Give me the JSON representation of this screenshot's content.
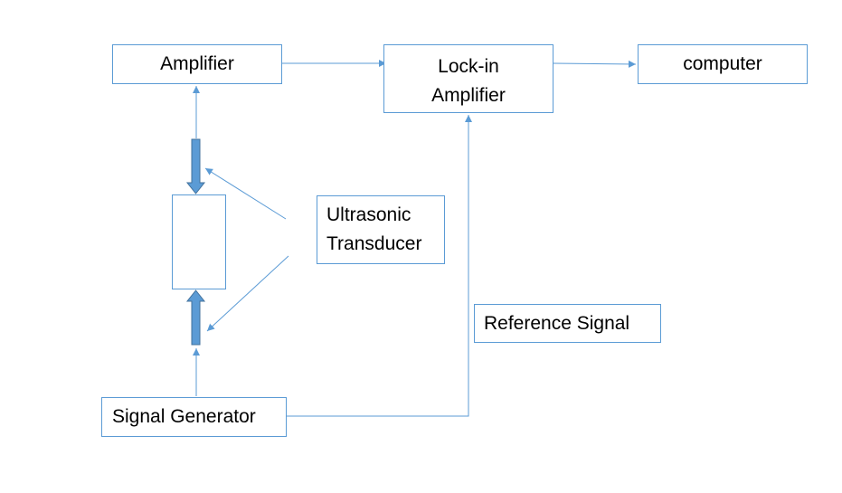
{
  "diagram": {
    "colors": {
      "line": "#5b9bd5",
      "box_border": "#5b9bd5",
      "thick_arrow_fill": "#5b9bd5",
      "thick_arrow_stroke": "#41719c",
      "text": "#000000",
      "background": "#ffffff"
    },
    "nodes": {
      "amplifier": {
        "label": "Amplifier"
      },
      "lockin_amplifier": {
        "line1": "Lock-in",
        "line2": "Amplifier"
      },
      "computer": {
        "label": "computer"
      },
      "ultrasonic_transducer": {
        "line1": "Ultrasonic",
        "line2": "Transducer"
      },
      "reference_signal": {
        "label": "Reference Signal"
      },
      "signal_generator": {
        "label": "Signal Generator"
      }
    },
    "connections": [
      {
        "from": "amplifier",
        "to": "lockin_amplifier"
      },
      {
        "from": "lockin_amplifier",
        "to": "computer"
      },
      {
        "from": "transducer-top",
        "to": "amplifier"
      },
      {
        "from": "signal_generator",
        "to": "transducer-bottom"
      },
      {
        "from": "signal_generator",
        "to": "lockin_amplifier",
        "via": "reference signal path"
      },
      {
        "from": "ultrasonic_transducer",
        "to": "transducer-top",
        "type": "pointer"
      },
      {
        "from": "ultrasonic_transducer",
        "to": "transducer-bottom",
        "type": "pointer"
      }
    ]
  }
}
